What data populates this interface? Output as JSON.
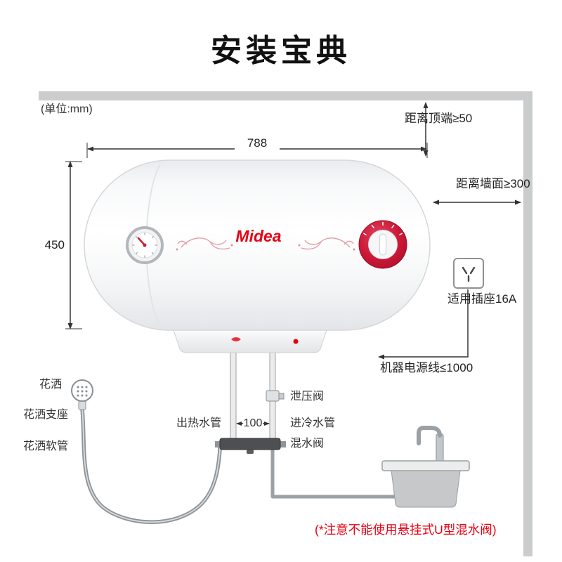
{
  "page": {
    "title": "安装宝典",
    "unit_label": "(单位:mm)",
    "note": "(*注意不能使用悬挂式U型混水阀)"
  },
  "dimensions": {
    "top_clearance": "距离顶端≥50",
    "width": "788",
    "height": "450",
    "wall_clearance": "距离墙面≥300",
    "socket": "适用插座16A",
    "power_cord": "机器电源线≤1000",
    "pipe_spacing": "100"
  },
  "parts": {
    "shower_head": "花洒",
    "shower_bracket": "花洒支座",
    "shower_hose": "花洒软管",
    "relief_valve": "泄压阀",
    "hot_water_pipe": "出热水管",
    "cold_water_pipe": "进冷水管",
    "mixing_valve": "混水阀"
  },
  "heater": {
    "brand": "Midea"
  },
  "colors": {
    "brand_red": "#e60012",
    "wall_gray": "#cbcccd",
    "line_dark": "#333333"
  }
}
